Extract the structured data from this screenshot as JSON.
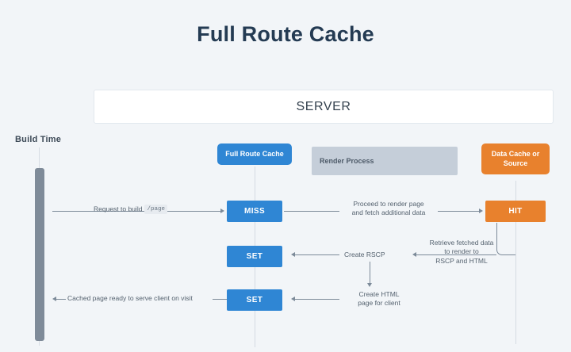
{
  "page": {
    "title": "Full Route Cache",
    "background_color": "#f2f5f8",
    "title_color": "#243b53"
  },
  "server": {
    "label": "SERVER"
  },
  "timeline": {
    "label": "Build Time"
  },
  "lanes": [
    {
      "name": "full-route-cache",
      "label": "Full Route Cache",
      "color": "#2f86d4"
    },
    {
      "name": "render-process",
      "label": "Render Process",
      "color": "#c5ced9"
    },
    {
      "name": "data-cache-or-source",
      "label": "Data Cache or Source",
      "color": "#e8812d"
    }
  ],
  "nodes": {
    "miss": "MISS",
    "set_rscp": "SET",
    "set_html": "SET",
    "hit": "HIT"
  },
  "edges": {
    "request_to_build": {
      "text": "Request to build",
      "code": "/page"
    },
    "proceed_to_render": {
      "line1": "Proceed to render page",
      "line2": "and fetch additional data"
    },
    "retrieve_fetched": {
      "line1": "Retrieve fetched data",
      "line2": "to render to",
      "line3": "RSCP and HTML"
    },
    "create_rscp": {
      "text": "Create RSCP"
    },
    "create_html": {
      "line1": "Create HTML",
      "line2": "page for client"
    },
    "cached_page_ready": {
      "text": "Cached page ready to serve client on visit"
    }
  },
  "colors": {
    "blue": "#2f86d4",
    "orange": "#e8812d",
    "gray_bar": "#7f8b99",
    "connector": "#7c8a99",
    "label_text": "#55626f"
  }
}
